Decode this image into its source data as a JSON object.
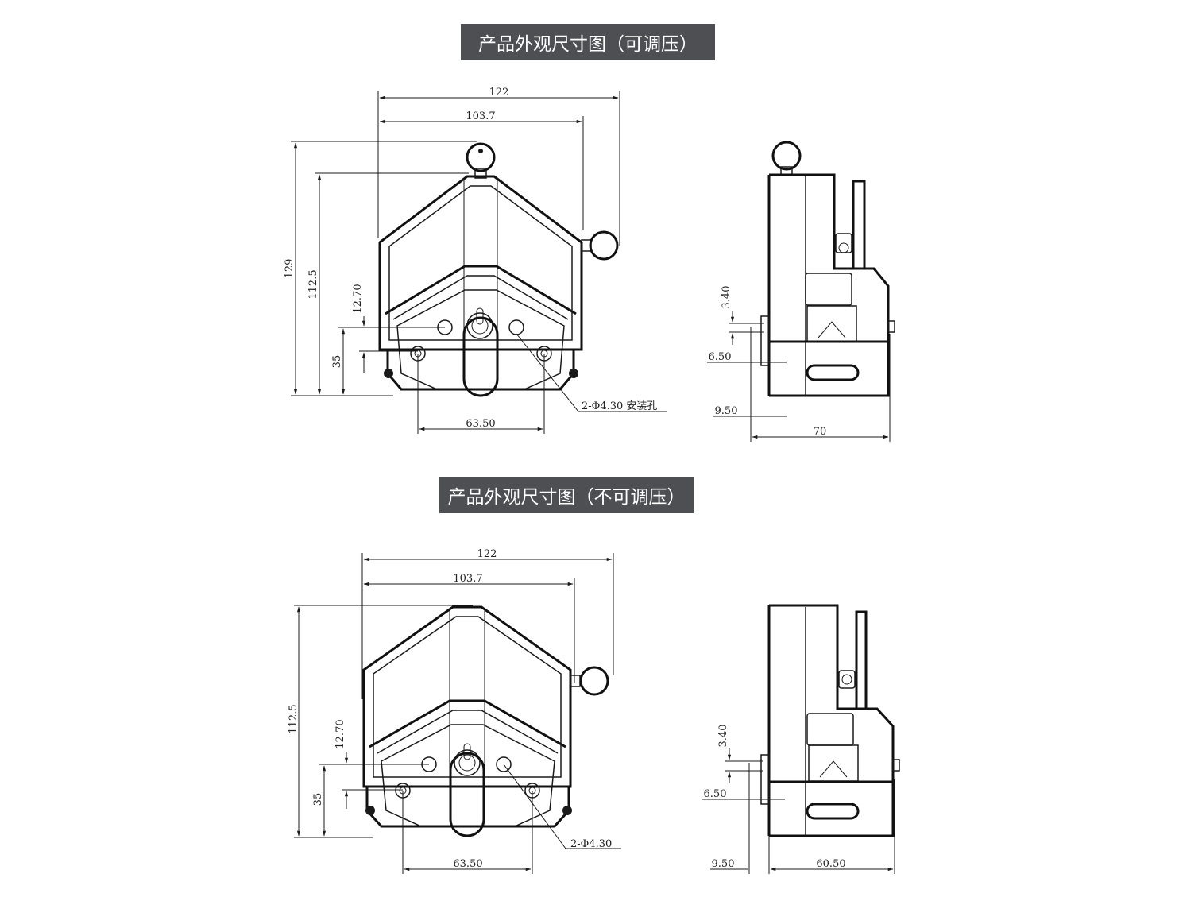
{
  "banners": {
    "adjustable": "产品外观尺寸图（可调压）",
    "non_adjustable": "产品外观尺寸图（不可调压）"
  },
  "top": {
    "front": {
      "width_total": "122",
      "width_body": "103.7",
      "height_total": "129",
      "height_body": "112.5",
      "hole_offset": "12.70",
      "hole_height": "35",
      "hole_spacing": "63.50",
      "hole_callout": "2-Φ4.30 安装孔"
    },
    "side": {
      "shaft_dia": "3.40",
      "shaft_pos": "6.50",
      "flange": "9.50",
      "depth": "70"
    }
  },
  "bottom": {
    "front": {
      "width_total": "122",
      "width_body": "103.7",
      "height_body": "112.5",
      "hole_offset": "12.70",
      "hole_height": "35",
      "hole_spacing": "63.50",
      "hole_callout": "2-Φ4.30"
    },
    "side": {
      "shaft_dia": "3.40",
      "shaft_pos": "6.50",
      "flange": "9.50",
      "depth": "60.50"
    }
  }
}
